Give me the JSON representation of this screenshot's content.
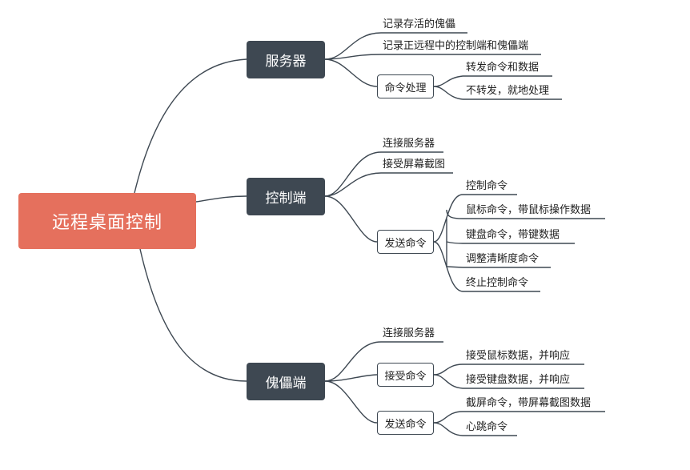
{
  "root": "远程桌面控制",
  "branches": {
    "server": {
      "label": "服务器",
      "leaves": [
        "记录存活的傀儡",
        "记录正远程中的控制端和傀儡端"
      ],
      "sub": {
        "label": "命令处理",
        "leaves": [
          "转发命令和数据",
          "不转发，就地处理"
        ]
      }
    },
    "controller": {
      "label": "控制端",
      "leaves": [
        "连接服务器",
        "接受屏幕截图"
      ],
      "sub": {
        "label": "发送命令",
        "leaves": [
          "控制命令",
          "鼠标命令，带鼠标操作数据",
          "键盘命令，带键数据",
          "调整清晰度命令",
          "终止控制命令"
        ]
      }
    },
    "puppet": {
      "label": "傀儡端",
      "leaves": [
        "连接服务器"
      ],
      "sub_receive": {
        "label": "接受命令",
        "leaves": [
          "接受鼠标数据，并响应",
          "接受键盘数据，并响应"
        ]
      },
      "sub_send": {
        "label": "发送命令",
        "leaves": [
          "截屏命令，带屏幕截图数据",
          "心跳命令"
        ]
      }
    }
  },
  "colors": {
    "root": "#e5705d",
    "branch": "#3e4852",
    "line": "#3e4852"
  }
}
